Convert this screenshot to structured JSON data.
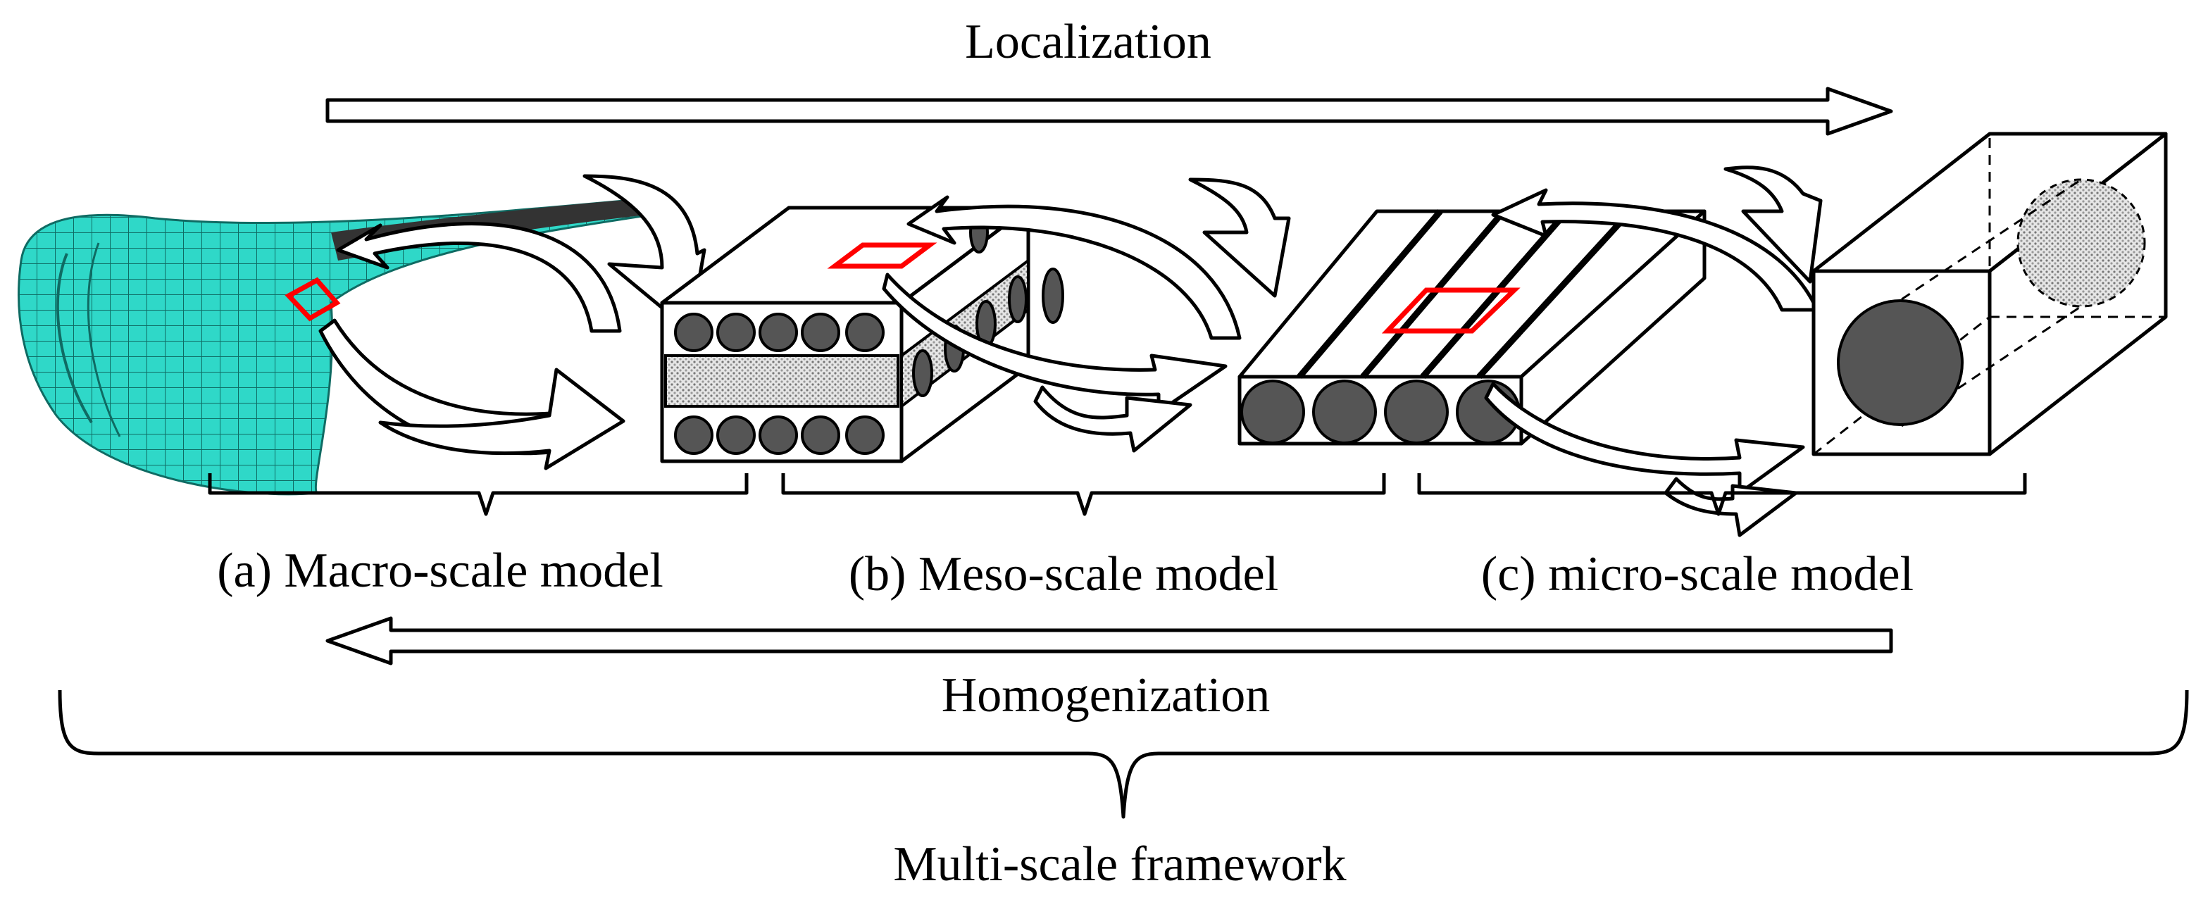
{
  "labels": {
    "top_flow": "Localization",
    "bottom_flow": "Homogenization",
    "framework": "Multi-scale framework",
    "macro": "(a) Macro-scale model",
    "meso": "(b) Meso-scale model",
    "micro": "(c) micro-scale model"
  },
  "colors": {
    "mesh": "#2fd8c8",
    "mesh_lines": "#0f6b63",
    "highlight": "#ff0000",
    "fiber": "#555555",
    "matrix_dots": "#bfbfbf"
  }
}
